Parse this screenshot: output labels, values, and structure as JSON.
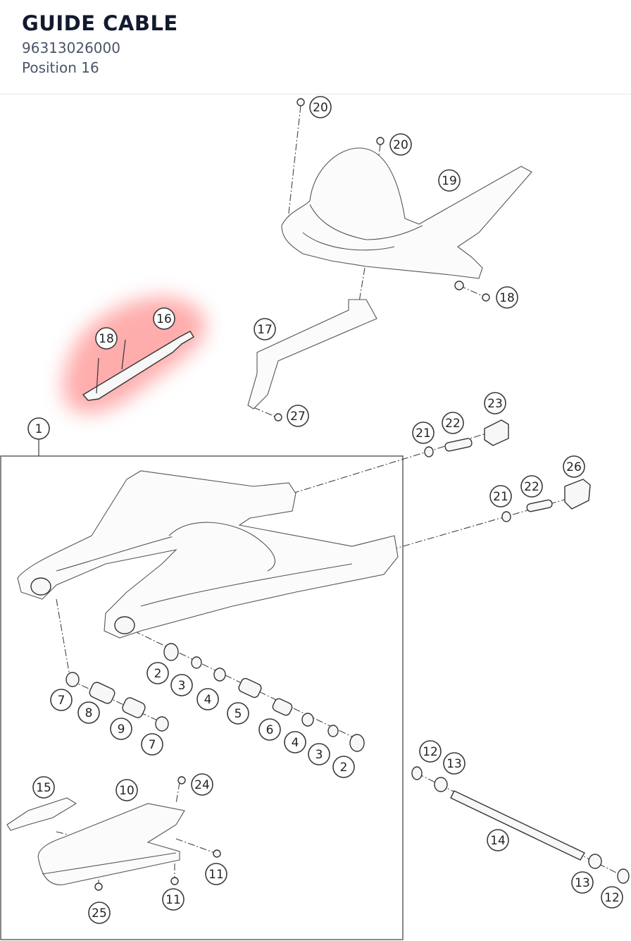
{
  "header": {
    "title": "GUIDE CABLE",
    "part_number": "96313026000",
    "position": "Position 16"
  },
  "diagram": {
    "highlight_color": "#ff6b6b",
    "callouts": [
      {
        "label": "20"
      },
      {
        "label": "20"
      },
      {
        "label": "19"
      },
      {
        "label": "18"
      },
      {
        "label": "17"
      },
      {
        "label": "16"
      },
      {
        "label": "18"
      },
      {
        "label": "27"
      },
      {
        "label": "23"
      },
      {
        "label": "22"
      },
      {
        "label": "21"
      },
      {
        "label": "26"
      },
      {
        "label": "22"
      },
      {
        "label": "21"
      },
      {
        "label": "1"
      },
      {
        "label": "2"
      },
      {
        "label": "3"
      },
      {
        "label": "4"
      },
      {
        "label": "5"
      },
      {
        "label": "6"
      },
      {
        "label": "4"
      },
      {
        "label": "3"
      },
      {
        "label": "2"
      },
      {
        "label": "7"
      },
      {
        "label": "8"
      },
      {
        "label": "9"
      },
      {
        "label": "7"
      },
      {
        "label": "15"
      },
      {
        "label": "10"
      },
      {
        "label": "24"
      },
      {
        "label": "11"
      },
      {
        "label": "11"
      },
      {
        "label": "25"
      },
      {
        "label": "12"
      },
      {
        "label": "13"
      },
      {
        "label": "14"
      },
      {
        "label": "13"
      },
      {
        "label": "12"
      }
    ]
  }
}
